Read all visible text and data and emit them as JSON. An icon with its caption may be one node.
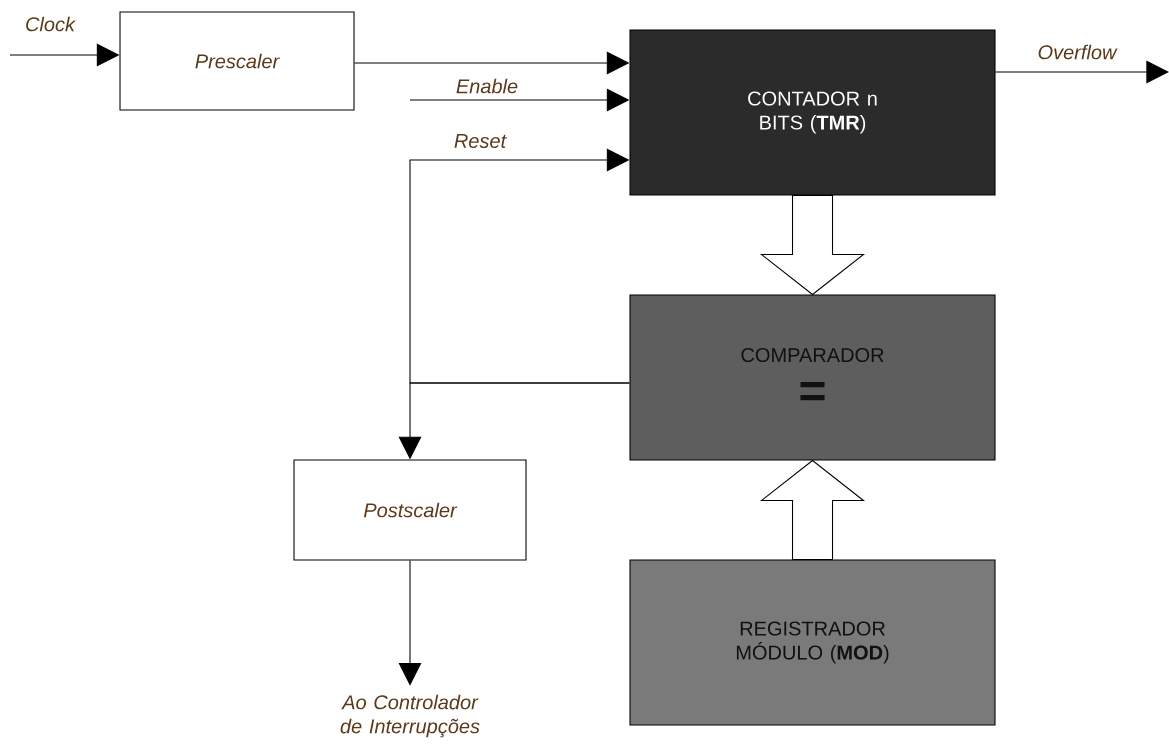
{
  "diagram": {
    "nodes": [
      {
        "text": [
          "Prescaler"
        ]
      },
      {
        "text": [
          "CONTADOR n BITS (**TMR**)"
        ]
      },
      {
        "text": [
          "COMPARADOR",
          "="
        ]
      },
      {
        "text": [
          "Postscaler"
        ]
      },
      {
        "text": [
          "REGISTRADOR MÓDULO (**MOD**)"
        ]
      },
      {
        "text": [
          "Ao Controlador de Interrupções"
        ]
      }
    ],
    "edges": [
      {
        "from": null,
        "to": 0,
        "arrow": "to",
        "label": "Clock"
      },
      {
        "from": 0,
        "to": 1,
        "arrow": "to"
      },
      {
        "from": null,
        "to": 1,
        "arrow": "to",
        "label": "Enable"
      },
      {
        "from": 2,
        "to": 1,
        "arrow": "to",
        "label": "Reset"
      },
      {
        "from": 2,
        "to": 3,
        "arrow": "to"
      },
      {
        "from": 3,
        "to": 5,
        "arrow": "to"
      },
      {
        "from": 1,
        "to": null,
        "arrow": "to",
        "label": "Overflow"
      },
      {
        "from": 1,
        "to": 2,
        "arrow": "to",
        "style": "thick"
      },
      {
        "from": 4,
        "to": 2,
        "arrow": "to",
        "style": "thick"
      }
    ]
  }
}
